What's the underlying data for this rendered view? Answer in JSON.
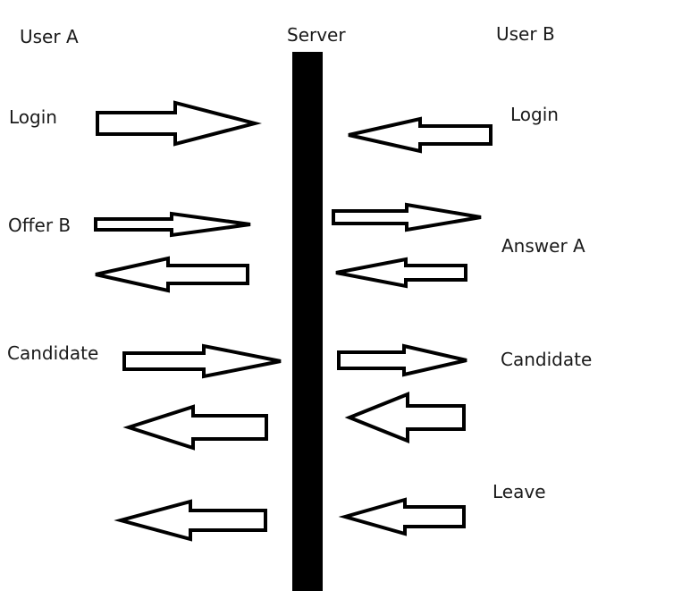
{
  "headers": {
    "left": "User A",
    "center": "Server",
    "right": "User B"
  },
  "left_labels": [
    "Login",
    "Offer B",
    "Candidate"
  ],
  "right_labels": [
    "Login",
    "Answer A",
    "Candidate",
    "Leave"
  ],
  "colors": {
    "line": "#000000",
    "fill": "#ffffff",
    "text": "#1a1a1a"
  }
}
